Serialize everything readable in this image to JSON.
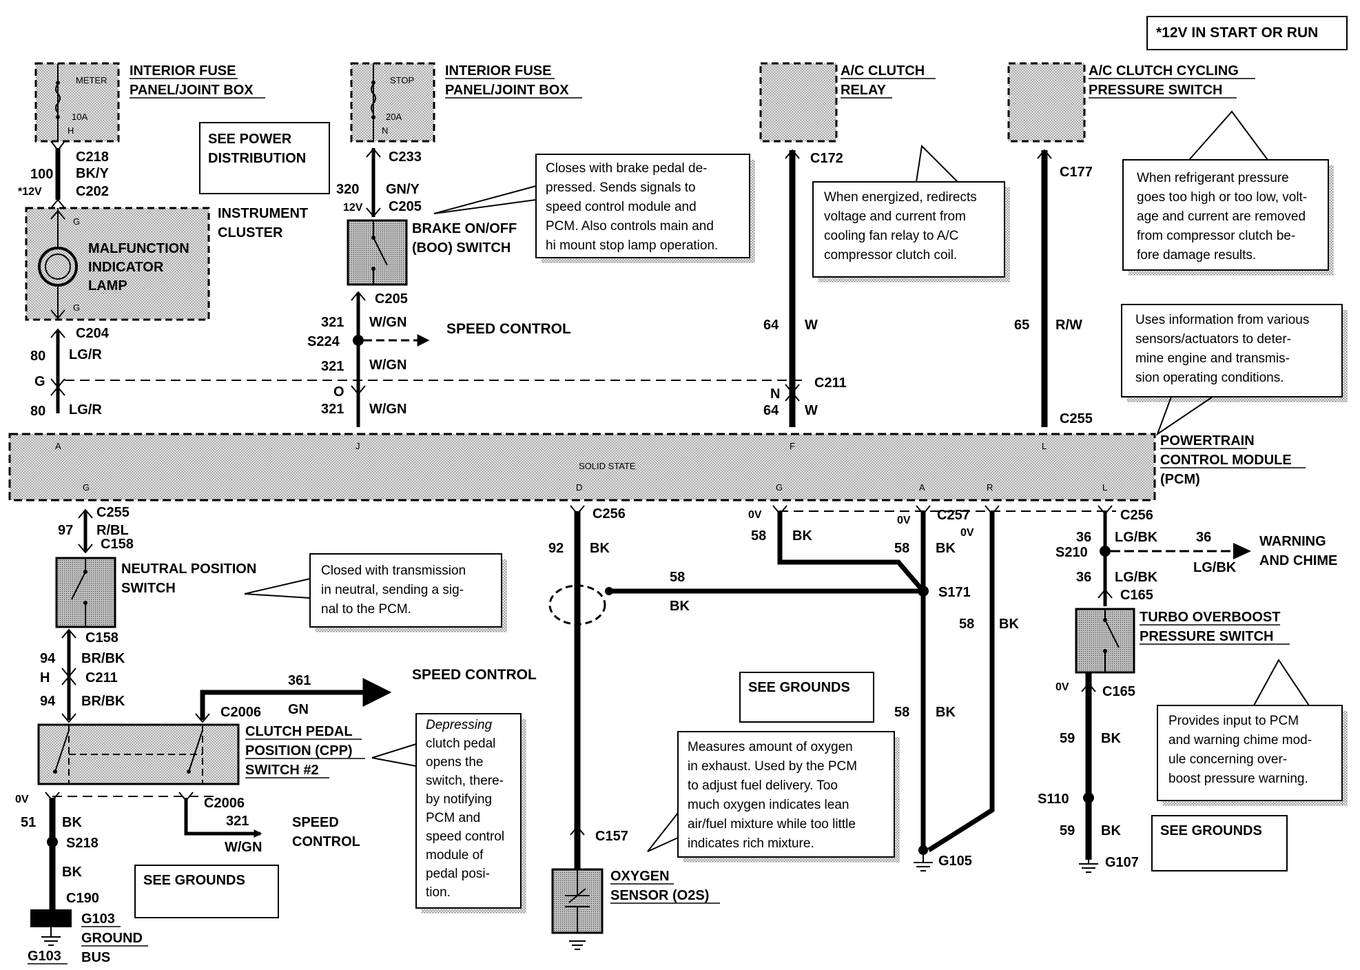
{
  "header_note": "*12V IN START OR RUN",
  "components": {
    "fuse_panel_1": [
      "INTERIOR FUSE",
      "PANEL/JOINT BOX"
    ],
    "fuse_panel_1_fuse": [
      "METER",
      "10A",
      "H"
    ],
    "fuse_panel_2": [
      "INTERIOR FUSE",
      "PANEL/JOINT BOX"
    ],
    "fuse_panel_2_fuse": [
      "STOP",
      "20A",
      "N"
    ],
    "ac_relay": [
      "A/C CLUTCH",
      "RELAY"
    ],
    "ac_cycling": [
      "A/C CLUTCH CYCLING",
      "PRESSURE SWITCH"
    ],
    "see_power": [
      "SEE POWER",
      "DISTRIBUTION"
    ],
    "instrument_cluster": [
      "INSTRUMENT",
      "CLUSTER"
    ],
    "mil": [
      "MALFUNCTION",
      "INDICATOR",
      "LAMP"
    ],
    "boo_switch": [
      "BRAKE ON/OFF",
      "(BOO) SWITCH"
    ],
    "pcm": [
      "POWERTRAIN",
      "CONTROL MODULE",
      "(PCM)"
    ],
    "pcm_solid_state": "SOLID STATE",
    "neutral_switch": [
      "NEUTRAL POSITION",
      "SWITCH"
    ],
    "cpp_switch": [
      "CLUTCH PEDAL",
      "POSITION (CPP)",
      "SWITCH #2"
    ],
    "o2_sensor": [
      "OXYGEN",
      "SENSOR (O2S)"
    ],
    "turbo_switch": [
      "TURBO OVERBOOST",
      "PRESSURE SWITCH"
    ],
    "g103_bus": [
      "G103",
      "GROUND",
      "BUS"
    ],
    "see_grounds": "SEE GROUNDS",
    "speed_control": "SPEED CONTROL",
    "speed_control_2": [
      "SPEED",
      "CONTROL"
    ],
    "warning_chime": [
      "WARNING",
      "AND CHIME"
    ]
  },
  "notes": {
    "boo": [
      "Closes with brake pedal de-",
      "pressed. Sends signals to",
      "speed control module and",
      "PCM. Also controls main and",
      "hi mount stop lamp operation."
    ],
    "relay": [
      "When energized, redirects",
      "voltage and current from",
      "cooling fan relay to A/C",
      "compressor clutch coil."
    ],
    "cycling": [
      "When refrigerant pressure",
      "goes too high or too low, volt-",
      "age and current are removed",
      "from compressor clutch be-",
      "fore damage results."
    ],
    "pcm": [
      "Uses information from various",
      "sensors/actuators to deter-",
      "mine engine and transmis-",
      "sion operating conditions."
    ],
    "neutral": [
      "Closed with transmission",
      "in neutral, sending a sig-",
      "nal to the PCM."
    ],
    "cpp": [
      "Depressing",
      "clutch pedal",
      "opens the",
      "switch, there-",
      "by notifying",
      "PCM and",
      "speed control",
      "module of",
      "pedal posi-",
      "tion."
    ],
    "o2s": [
      "Measures amount of oxygen",
      "in exhaust. Used by the PCM",
      "to adjust fuel delivery. Too",
      "much oxygen indicates lean",
      "air/fuel mixture while too little",
      "indicates rich mixture."
    ],
    "turbo": [
      "Provides input to PCM",
      "and warning chime mod-",
      "ule concerning over-",
      "boost pressure warning."
    ]
  },
  "labels": {
    "c218": "C218",
    "bky": "BK/Y",
    "n100": "100",
    "v12s": "*12V",
    "c202": "C202",
    "c204": "C204",
    "n80": "80",
    "lgr": "LG/R",
    "G": "G",
    "c233": "C233",
    "n320": "320",
    "gny": "GN/Y",
    "v12": "12V",
    "c205": "C205",
    "n321": "321",
    "wgn": "W/GN",
    "s224": "S224",
    "O": "O",
    "c172": "C172",
    "n64": "64",
    "W": "W",
    "c211": "C211",
    "N": "N",
    "c177": "C177",
    "n65": "65",
    "rw": "R/W",
    "c255": "C255",
    "pinA": "A",
    "pinJ": "J",
    "pinF": "F",
    "pinL": "L",
    "pinG": "G",
    "pinD": "D",
    "pinR": "R",
    "n97": "97",
    "rbl": "R/BL",
    "c158": "C158",
    "n94": "94",
    "brbk": "BR/BK",
    "H": "H",
    "n361": "361",
    "GN": "GN",
    "c2006": "C2006",
    "v0": "0V",
    "n51": "51",
    "BK": "BK",
    "s218": "S218",
    "c190": "C190",
    "g103": "G103",
    "c256": "C256",
    "n92": "92",
    "n58": "58",
    "c157": "C157",
    "c257": "C257",
    "s171": "S171",
    "g105": "G105",
    "n36": "36",
    "lgbk": "LG/BK",
    "s210": "S210",
    "c165": "C165",
    "n59": "59",
    "s110": "S110",
    "g107": "G107"
  }
}
